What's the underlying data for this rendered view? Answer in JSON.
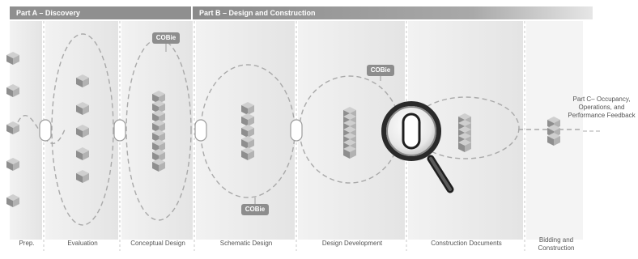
{
  "header": {
    "part_a": "Part A – Discovery",
    "part_b": "Part B – Design and Construction"
  },
  "phases": [
    "Prep.",
    "Evaluation",
    "Conceptual Design",
    "Schematic Design",
    "Design Development",
    "Construction Documents",
    "Bidding and Construction"
  ],
  "badges": {
    "cobie_label": "COBie"
  },
  "part_c": {
    "line1": "Part C– Occupancy,",
    "line2": "Operations, and",
    "line3": "Performance Feedback"
  },
  "colors": {
    "header_dark": "#8a8a8a",
    "badge": "#8d8d8d",
    "column_shade": "#ececec",
    "dash": "#bdbdbd",
    "model_stack": "#9a9a9a"
  },
  "icons": [
    "magnifier-icon",
    "model-stack-icon"
  ]
}
